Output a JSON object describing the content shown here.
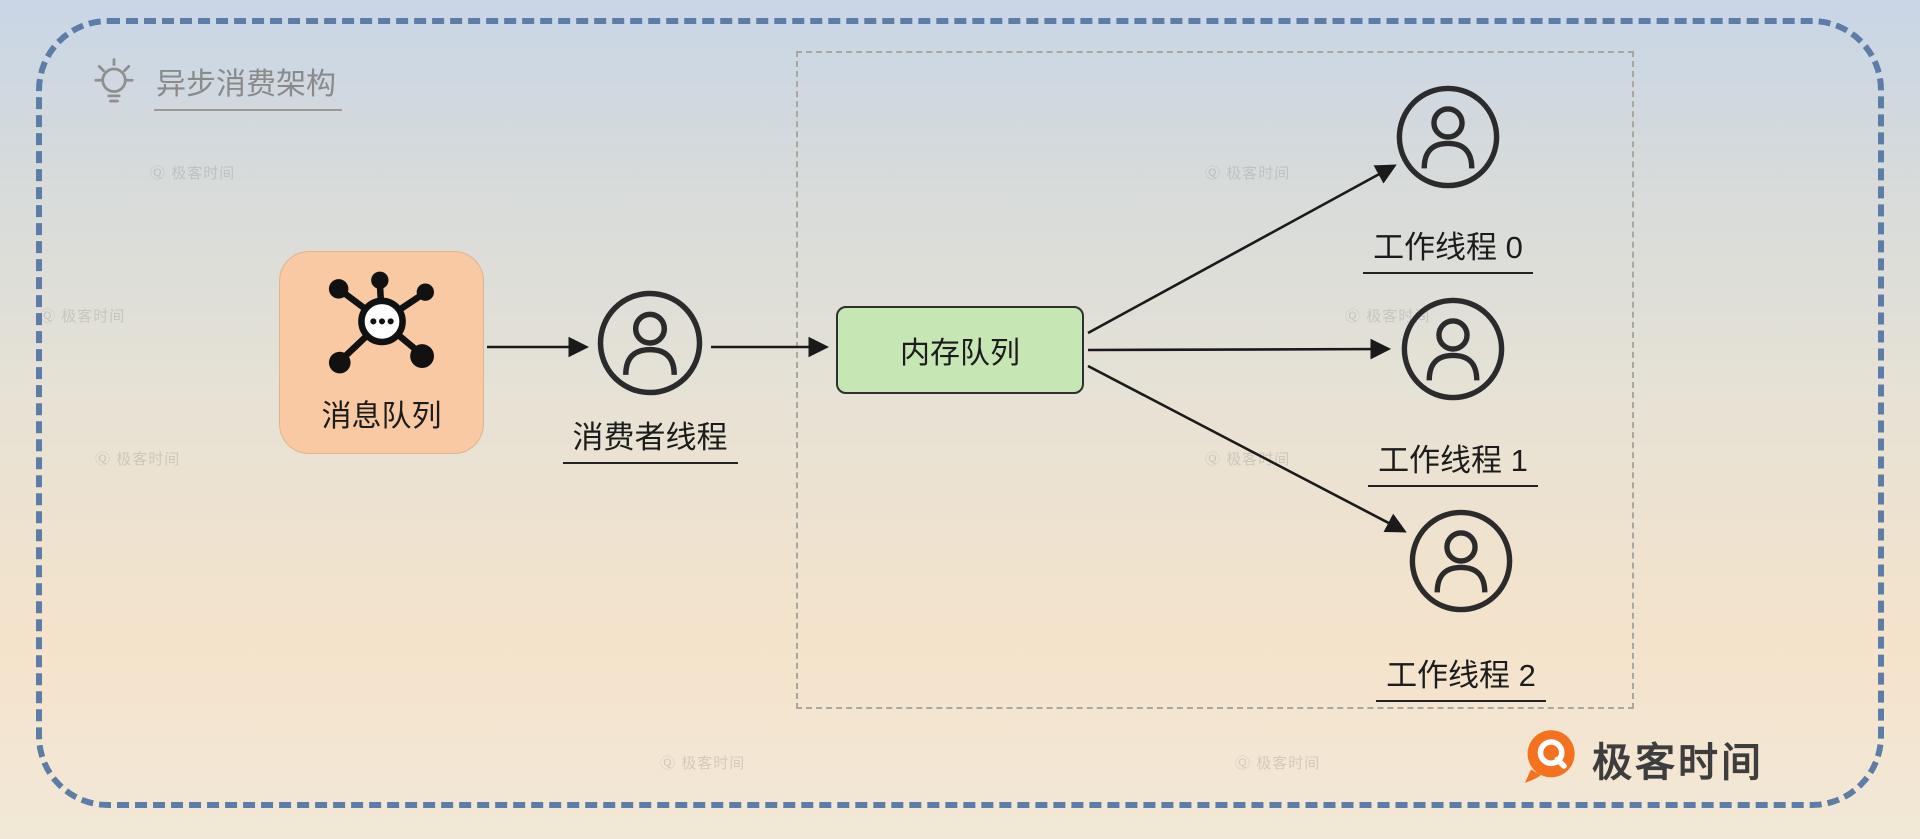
{
  "header": {
    "title": "异步消费架构"
  },
  "diagram": {
    "message_queue": {
      "label": "消息队列"
    },
    "consumer": {
      "label": "消费者线程"
    },
    "memory_queue": {
      "label": "内存队列"
    },
    "workers": [
      {
        "label": "工作线程 0"
      },
      {
        "label": "工作线程 1"
      },
      {
        "label": "工作线程 2"
      }
    ]
  },
  "branding": {
    "name": "极客时间"
  },
  "watermark": {
    "glyph": "Ⓠ",
    "text": "极客时间"
  },
  "colors": {
    "outer_border": "#5d7ca6",
    "inner_border": "#a9a89f",
    "message_queue_fill": "#f8c9a2",
    "memory_queue_fill": "#c6e6b3",
    "arrow": "#1a1a1a",
    "title_text": "#8a8a8a",
    "label_text": "#1c1c1c",
    "logo_orange": "#f4711f",
    "background_top": "#c9d6e6",
    "background_bottom": "#f2e8d7"
  }
}
